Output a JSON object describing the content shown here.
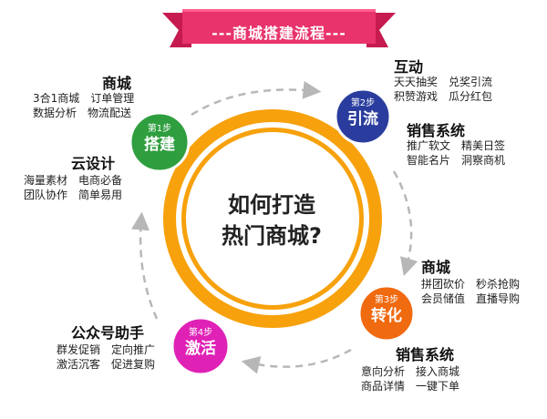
{
  "banner": {
    "title": "---商城搭建流程---"
  },
  "center": {
    "line1": "如何打造",
    "line2": "热门商城?"
  },
  "steps": [
    {
      "num": "第1步",
      "label": "搭建",
      "color": "#2e9e3e"
    },
    {
      "num": "第2步",
      "label": "引流",
      "color": "#2a3d9e"
    },
    {
      "num": "第3步",
      "label": "转化",
      "color": "#f06a10"
    },
    {
      "num": "第4步",
      "label": "激活",
      "color": "#e021b6"
    }
  ],
  "blocks": {
    "shangcheng_left": {
      "title": "商城",
      "lines": [
        "3合1商城　订单管理",
        "数据分析　物流配送"
      ]
    },
    "yunsheji": {
      "title": "云设计",
      "lines": [
        "海量素材　电商必备",
        "团队协作　简单易用"
      ]
    },
    "hudong": {
      "title": "互动",
      "lines": [
        "天天抽奖　兑奖引流",
        "积赞游戏　瓜分红包"
      ]
    },
    "xiaoshou_top": {
      "title": "销售系统",
      "lines": [
        "推广软文　精美日签",
        "智能名片　洞察商机"
      ]
    },
    "shangcheng_right": {
      "title": "商城",
      "lines": [
        "拼团砍价　秒杀抢购",
        "会员储值　直播导购"
      ]
    },
    "xiaoshou_bottom": {
      "title": "销售系统",
      "lines": [
        "意向分析　接入商城",
        "商品详情　一键下单"
      ]
    },
    "gongzhonghao": {
      "title": "公众号助手",
      "lines": [
        "群发促销　定向推广",
        "激活沉客　促进复购"
      ]
    }
  },
  "colors": {
    "ring": "#f7a10c",
    "banner": "#e8336b",
    "arrow": "#b7b7b7"
  }
}
